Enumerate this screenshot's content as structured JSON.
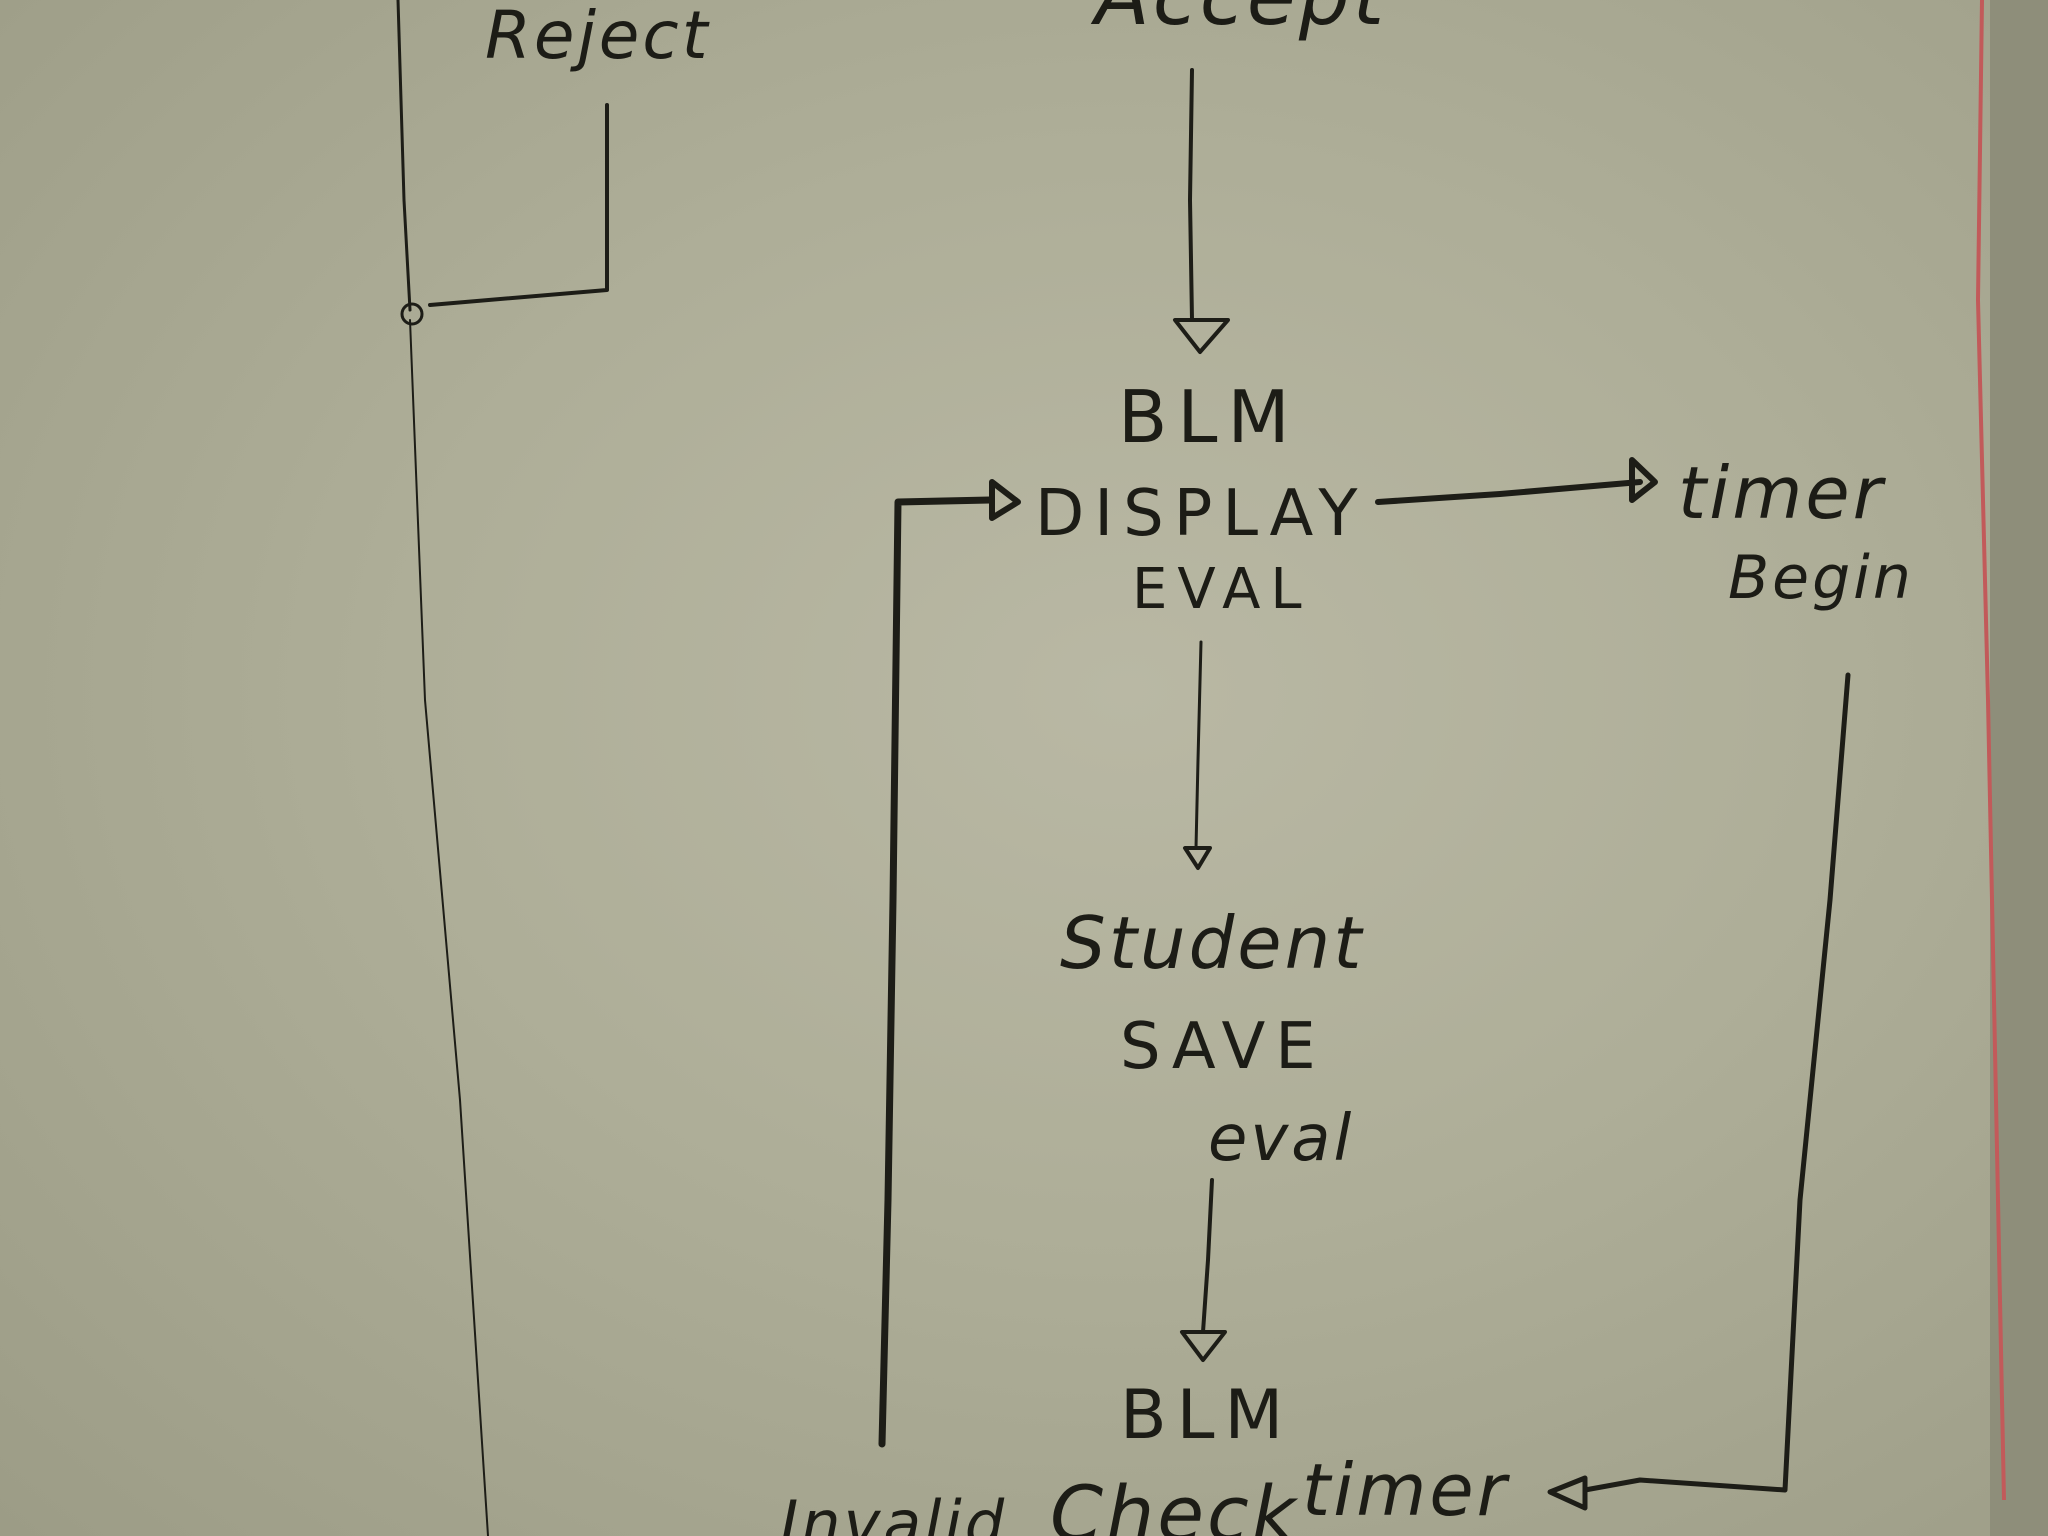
{
  "diagram": {
    "nodes": {
      "reject": {
        "lines": [
          "Reject"
        ]
      },
      "accept": {
        "lines": [
          "Accept"
        ]
      },
      "blm_display_eval": {
        "lines": [
          "BLM",
          "DISPLAY",
          "EVAL"
        ]
      },
      "timer_begin": {
        "lines": [
          "timer",
          "Begin"
        ]
      },
      "student_save_eval": {
        "lines": [
          "Student",
          "SAVE",
          "eval"
        ]
      },
      "blm_check_timer": {
        "lines": [
          "BLM",
          "Check",
          "timer"
        ]
      },
      "invalid": {
        "lines": [
          "Invalid"
        ]
      }
    },
    "edges": [
      {
        "from": "reject",
        "to": "left-branch-junction"
      },
      {
        "from": "accept",
        "to": "blm_display_eval"
      },
      {
        "from": "blm_display_eval",
        "to": "timer_begin"
      },
      {
        "from": "blm_display_eval",
        "to": "student_save_eval"
      },
      {
        "from": "student_save_eval",
        "to": "blm_check_timer"
      },
      {
        "from": "timer_begin",
        "to": "blm_check_timer"
      },
      {
        "from": "invalid",
        "to": "blm_display_eval"
      }
    ]
  }
}
